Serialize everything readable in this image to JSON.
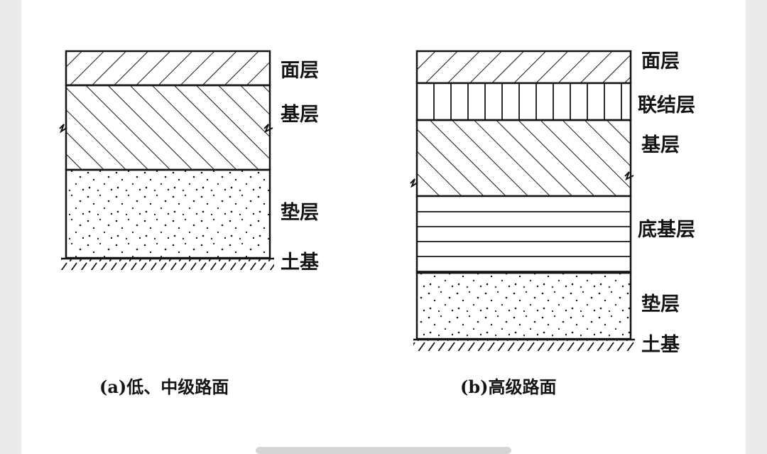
{
  "colors": {
    "ink": "#141414",
    "paper": "#ffffff",
    "frame": "#ebebeb"
  },
  "diagram_a": {
    "caption": "(a)低、中级路面",
    "layers": [
      {
        "label": "面层",
        "pattern": "hatch-forward"
      },
      {
        "label": "基层",
        "pattern": "hatch-backward"
      },
      {
        "label": "垫层",
        "pattern": "dots"
      }
    ],
    "base_label": "土基"
  },
  "diagram_b": {
    "caption": "(b)高级路面",
    "layers": [
      {
        "label": "面层",
        "pattern": "hatch-forward"
      },
      {
        "label": "联结层",
        "pattern": "vertical-lines"
      },
      {
        "label": "基层",
        "pattern": "hatch-backward"
      },
      {
        "label": "底基层",
        "pattern": "horizontal-lines"
      },
      {
        "label": "垫层",
        "pattern": "dots"
      }
    ],
    "base_label": "土基"
  }
}
